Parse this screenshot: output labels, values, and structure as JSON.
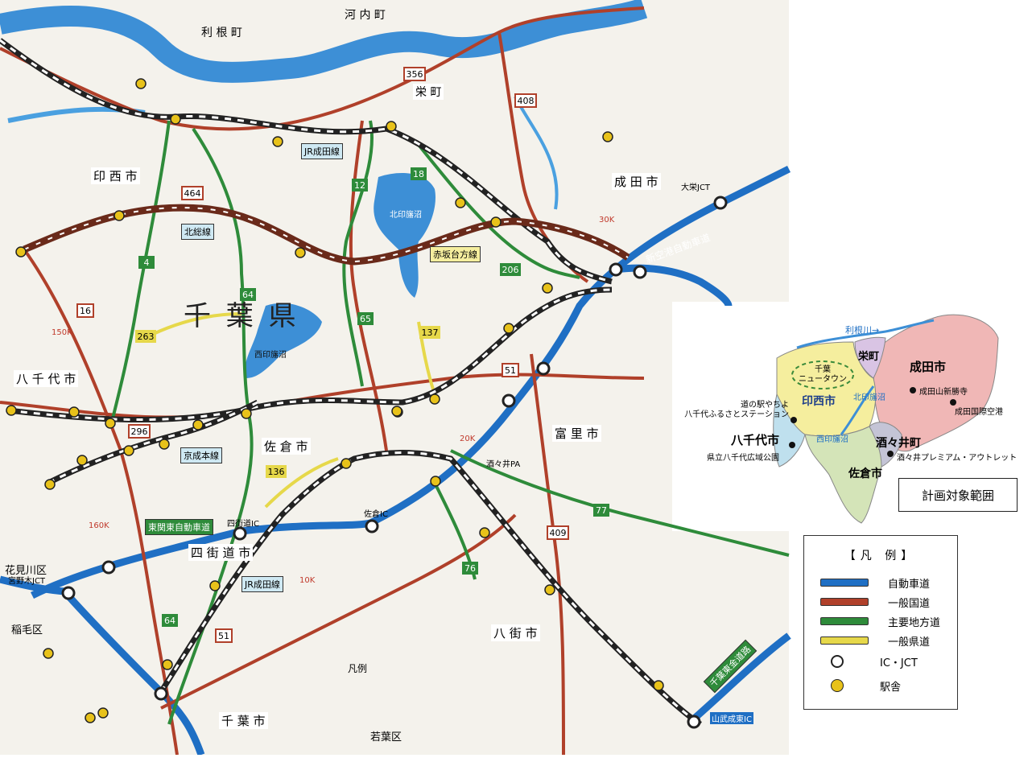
{
  "map": {
    "prefecture_label": "千 葉 県",
    "towns_top": [
      "利 根 町",
      "河 内 町"
    ],
    "cities": [
      "成 田 市",
      "印 西 市",
      "佐 倉 市",
      "四 街 道 市",
      "八 千 代 市",
      "八 街 市",
      "富 里 市",
      "千 葉 市",
      "栄 町"
    ],
    "wards": [
      "花見川区",
      "稲毛区",
      "若葉区"
    ],
    "lakes": [
      "北印旛沼",
      "西印旛沼"
    ],
    "rail_labels": [
      "JR成田線",
      "北総線",
      "京成本線",
      "JR成田線"
    ],
    "line_labels": [
      "赤坂台方線",
      "東関東自動車道",
      "千葉東金道路",
      "新空港自動車道"
    ],
    "ic_labels": [
      "大栄JCT",
      "宮野木JCT",
      "山武成東IC",
      "四街道IC",
      "佐倉IC",
      "酒々井PA"
    ],
    "route_numbers": [
      "356",
      "408",
      "464",
      "16",
      "296",
      "51",
      "409",
      "12",
      "18",
      "4",
      "64",
      "65",
      "206",
      "77",
      "76",
      "64",
      "263",
      "137",
      "136"
    ],
    "markers": [
      "10K",
      "20K",
      "30K",
      "160K",
      "150K",
      "凡例"
    ]
  },
  "inset": {
    "title": "計画対象範囲",
    "river": "利根川→",
    "areas": [
      "成田市",
      "栄町",
      "印西市",
      "八千代市",
      "佐倉市",
      "酒々井町"
    ],
    "new_town": "千葉\nニュータウン",
    "lakes": [
      "北印旛沼",
      "西印旛沼"
    ],
    "points": [
      "成田山新勝寺",
      "成田国際空港",
      "道の駅やちよ\n八千代ふるさとステーション",
      "県立八千代広域公園",
      "酒々井プレミアム・アウトレット"
    ]
  },
  "legend": {
    "title": "【凡 例】",
    "items": [
      {
        "label": "自動車道",
        "color": "#1f6fc4"
      },
      {
        "label": "一般国道",
        "color": "#b0402a"
      },
      {
        "label": "主要地方道",
        "color": "#2e8b3a"
      },
      {
        "label": "一般県道",
        "color": "#e6d84a"
      },
      {
        "label": "IC・JCT",
        "color": "#ffffff"
      },
      {
        "label": "駅舎",
        "color": "#e8c21a"
      }
    ]
  }
}
